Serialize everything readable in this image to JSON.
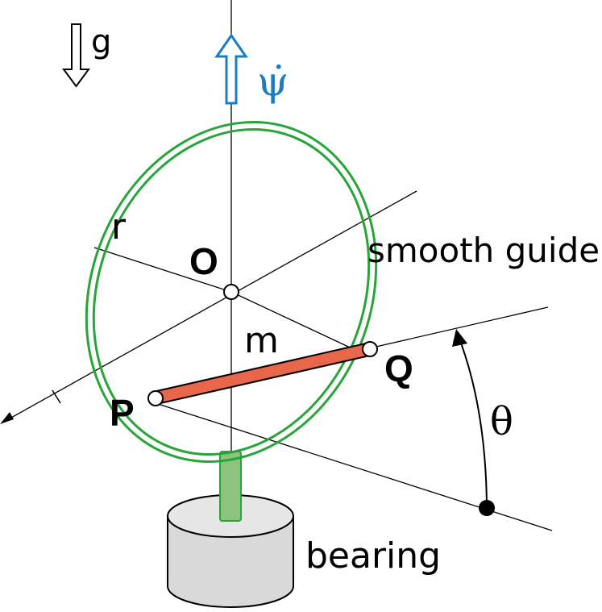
{
  "labels": {
    "gravity": "g",
    "spin_rate": "ψ̇",
    "radius": "r",
    "center": "O",
    "guide": "smooth guide",
    "mass": "m",
    "end_q": "Q",
    "end_p": "P",
    "angle": "θ",
    "bearing": "bearing"
  },
  "colors": {
    "ring": "#27a43a",
    "rod": "#e8674a",
    "spin_arrow": "#1a7cc4",
    "shaft": "#8cc47e",
    "bearing_fill": "#d9d9d9",
    "line": "#000000"
  }
}
